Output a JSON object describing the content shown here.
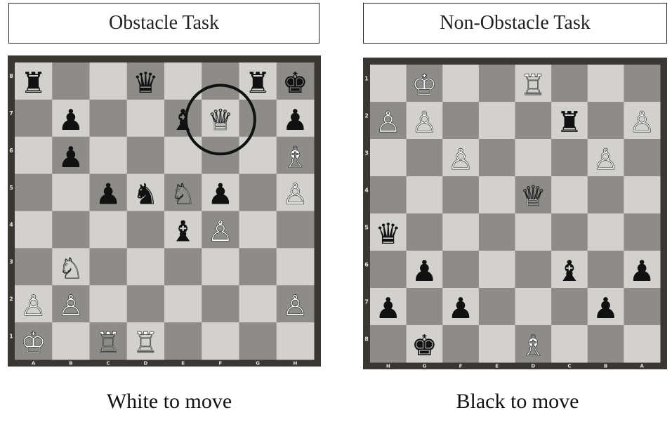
{
  "boards": [
    {
      "id": "left",
      "title": "Obstacle Task",
      "caption": "White to move",
      "files": [
        "A",
        "B",
        "C",
        "D",
        "E",
        "F",
        "G",
        "H"
      ],
      "ranks": [
        "8",
        "7",
        "6",
        "5",
        "4",
        "3",
        "2",
        "1"
      ],
      "highlight": "F7",
      "pieces": [
        {
          "square": "A8",
          "color": "black",
          "type": "rook"
        },
        {
          "square": "D8",
          "color": "black",
          "type": "queen"
        },
        {
          "square": "G8",
          "color": "black",
          "type": "rook"
        },
        {
          "square": "H8",
          "color": "black",
          "type": "king"
        },
        {
          "square": "B7",
          "color": "black",
          "type": "pawn"
        },
        {
          "square": "E7",
          "color": "black",
          "type": "bishop"
        },
        {
          "square": "F7",
          "color": "white",
          "type": "queen"
        },
        {
          "square": "H7",
          "color": "black",
          "type": "pawn"
        },
        {
          "square": "B6",
          "color": "black",
          "type": "pawn"
        },
        {
          "square": "H6",
          "color": "white",
          "type": "bishop"
        },
        {
          "square": "C5",
          "color": "black",
          "type": "pawn"
        },
        {
          "square": "D5",
          "color": "black",
          "type": "knight"
        },
        {
          "square": "E5",
          "color": "white",
          "type": "knight"
        },
        {
          "square": "F5",
          "color": "black",
          "type": "pawn"
        },
        {
          "square": "H5",
          "color": "white",
          "type": "pawn"
        },
        {
          "square": "E4",
          "color": "black",
          "type": "bishop"
        },
        {
          "square": "F4",
          "color": "white",
          "type": "pawn"
        },
        {
          "square": "B3",
          "color": "white",
          "type": "knight"
        },
        {
          "square": "A2",
          "color": "white",
          "type": "pawn"
        },
        {
          "square": "B2",
          "color": "white",
          "type": "pawn"
        },
        {
          "square": "H2",
          "color": "white",
          "type": "pawn"
        },
        {
          "square": "A1",
          "color": "white",
          "type": "king"
        },
        {
          "square": "C1",
          "color": "white",
          "type": "rook"
        },
        {
          "square": "D1",
          "color": "white",
          "type": "rook"
        }
      ]
    },
    {
      "id": "right",
      "title": "Non-Obstacle Task",
      "caption": "Black to move",
      "files": [
        "H",
        "G",
        "F",
        "E",
        "D",
        "C",
        "B",
        "A"
      ],
      "ranks": [
        "1",
        "2",
        "3",
        "4",
        "5",
        "6",
        "7",
        "8"
      ],
      "highlight": null,
      "pieces": [
        {
          "square": "G1",
          "color": "white",
          "type": "king"
        },
        {
          "square": "D1",
          "color": "white",
          "type": "rook"
        },
        {
          "square": "H2",
          "color": "white",
          "type": "pawn"
        },
        {
          "square": "G2",
          "color": "white",
          "type": "pawn"
        },
        {
          "square": "C2",
          "color": "black",
          "type": "rook"
        },
        {
          "square": "A2",
          "color": "white",
          "type": "pawn"
        },
        {
          "square": "F3",
          "color": "white",
          "type": "pawn"
        },
        {
          "square": "B3",
          "color": "white",
          "type": "pawn"
        },
        {
          "square": "D4",
          "color": "white",
          "type": "queen"
        },
        {
          "square": "H5",
          "color": "black",
          "type": "queen"
        },
        {
          "square": "G6",
          "color": "black",
          "type": "pawn"
        },
        {
          "square": "C6",
          "color": "black",
          "type": "bishop"
        },
        {
          "square": "A6",
          "color": "black",
          "type": "pawn"
        },
        {
          "square": "H7",
          "color": "black",
          "type": "pawn"
        },
        {
          "square": "F7",
          "color": "black",
          "type": "pawn"
        },
        {
          "square": "B7",
          "color": "black",
          "type": "pawn"
        },
        {
          "square": "G8",
          "color": "black",
          "type": "king"
        },
        {
          "square": "D8",
          "color": "white",
          "type": "bishop"
        }
      ]
    }
  ],
  "colors": {
    "light_square": "#d3d1ce",
    "dark_square": "#8e8c89",
    "frame": "#3a3733",
    "coord_text": "#e8e6e2",
    "highlight_ring": "#111111"
  }
}
